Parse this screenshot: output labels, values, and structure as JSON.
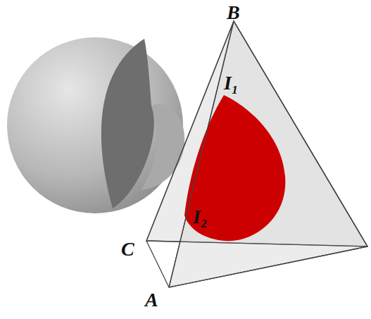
{
  "diagram": {
    "labels": [
      "B",
      "I₁",
      "I₂",
      "C",
      "A"
    ]
  }
}
